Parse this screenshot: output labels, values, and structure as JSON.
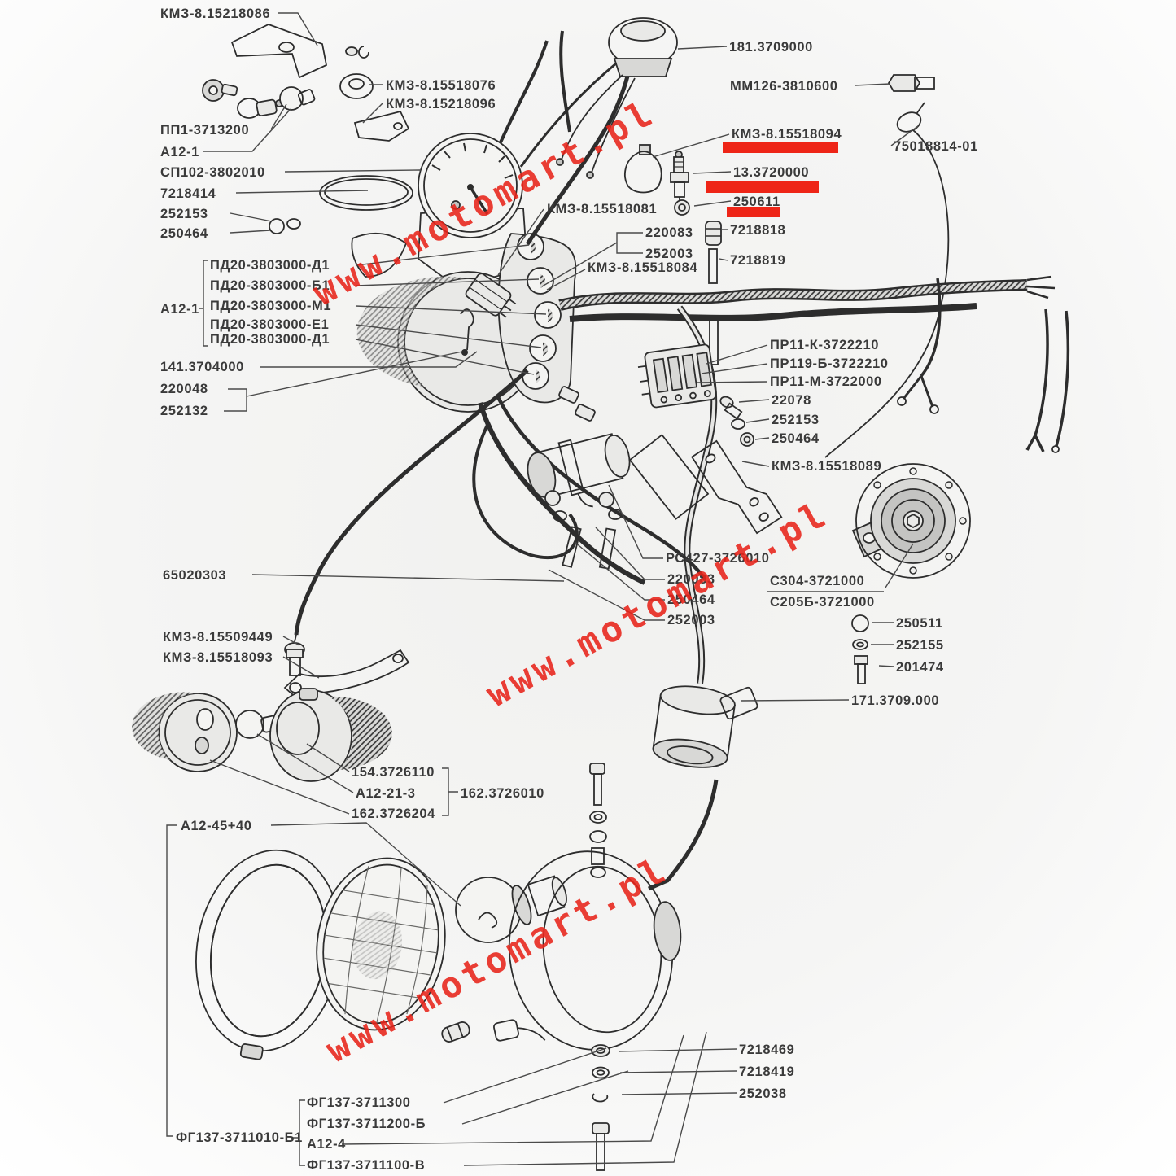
{
  "watermark": {
    "text": "www.motomart.pl"
  },
  "colors": {
    "highlight_red": "#ee2517",
    "ink": "#2d2d2d",
    "paper": "#f4f4f2",
    "watermark_red": "#e8241a"
  },
  "labels": {
    "kmz_8_15218086": "КМЗ-8.15218086",
    "kmz_8_15518076": "КМЗ-8.15518076",
    "kmz_8_15218096": "КМЗ-8.15218096",
    "pp1_3713200": "ПП1-3713200",
    "a12_1": "А12-1",
    "sp102_3802010": "СП102-3802010",
    "n7218414": "7218414",
    "n252153_a": "252153",
    "n250464_a": "250464",
    "a12_1_group": "А12-1",
    "pd20_d1_a": "ПД20-3803000-Д1",
    "pd20_b1": "ПД20-3803000-Б1",
    "pd20_m1": "ПД20-3803000-М1",
    "pd20_e1": "ПД20-3803000-Е1",
    "pd20_d1_b": "ПД20-3803000-Д1",
    "n141_3704000": "141.3704000",
    "n220048": "220048",
    "n252132": "252132",
    "n181_3709000": "181.3709000",
    "mm126_3810600": "ММ126-3810600",
    "kmz_8_15518094": "КМЗ-8.15518094",
    "n75018814_01": "75018814-01",
    "n13_3720000": "13.3720000",
    "n250611": "250611",
    "kmz_8_15518081": "КМЗ-8.15518081",
    "n220083_a": "220083",
    "n252003_a": "252003",
    "n7218818": "7218818",
    "n7218819": "7218819",
    "kmz_8_15518084": "КМЗ-8.15518084",
    "pr11_k_3722210": "ПР11-К-3722210",
    "pr119_b_3722210": "ПР119-Б-3722210",
    "pr11_m_3722000": "ПР11-М-3722000",
    "n22078": "22078",
    "n252153_b": "252153",
    "n250464_b": "250464",
    "kmz_8_15518089": "КМЗ-8.15518089",
    "rc427_3726010": "РС427-3726010",
    "n220083_b": "220083",
    "n250464_c": "250464",
    "n252003_b": "252003",
    "c304_3721000": "С304-3721000",
    "c205b_3721000": "С205Б-3721000",
    "n250511": "250511",
    "n252155": "252155",
    "n201474": "201474",
    "n65020303": "65020303",
    "kmz_8_15509449": "КМЗ-8.15509449",
    "kmz_8_15518093": "КМЗ-8.15518093",
    "n171_3709_000": "171.3709.000",
    "n154_3726110": "154.3726110",
    "a12_21_3": "А12-21-3",
    "n162_3726204": "162.3726204",
    "n162_3726010": "162.3726010",
    "a12_45_40": "А12-45+40",
    "n7218469": "7218469",
    "n7218419": "7218419",
    "n252038": "252038",
    "fg137_3711300": "ФГ137-3711300",
    "fg137_3711200_b": "ФГ137-3711200-Б",
    "fg137_3711010_b1": "ФГ137-3711010-Б1",
    "a12_4": "А12-4",
    "fg137_3711100_v": "ФГ137-3711100-В"
  }
}
